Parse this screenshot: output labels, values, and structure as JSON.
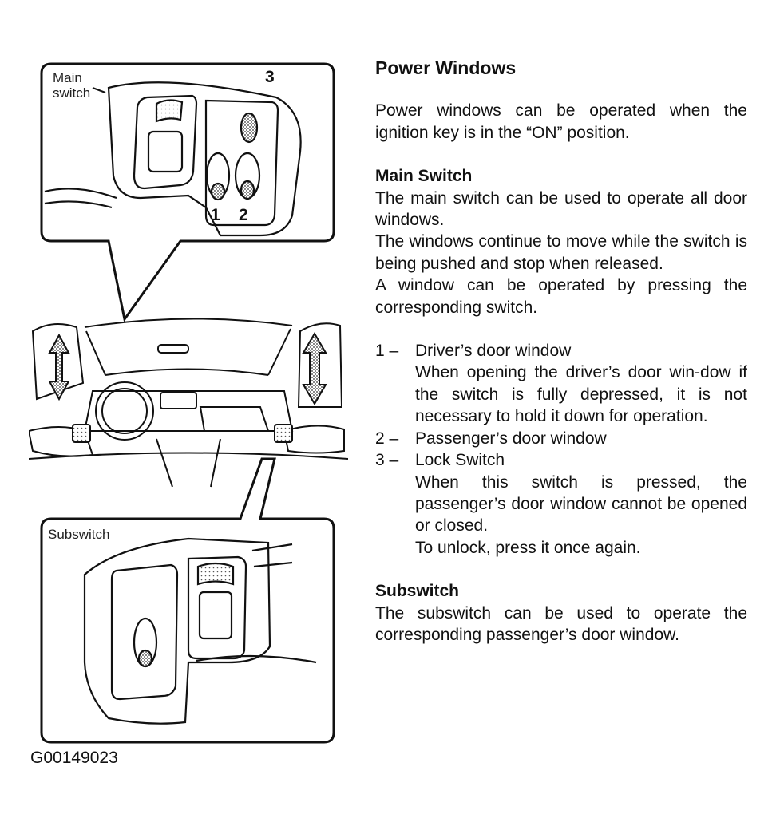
{
  "figure": {
    "main_switch_label": "Main\nswitch",
    "subswitch_label": "Subswitch",
    "number_labels": [
      "1",
      "2",
      "3"
    ],
    "figure_code": "G00149023"
  },
  "content": {
    "title": "Power Windows",
    "intro": "Power windows can be operated when the ignition key is in the “ON” position.",
    "main_switch": {
      "heading": "Main Switch",
      "paragraphs": [
        "The main switch can be used to operate all door windows.",
        "The windows continue to move while the switch is being pushed and stop when released.",
        "A window can be operated by pressing the corresponding switch."
      ],
      "items": [
        {
          "num": "1 –",
          "label": "Driver’s door window",
          "desc": [
            "When opening the driver’s door win-dow if the switch is fully depressed, it is not necessary to hold it down for operation."
          ]
        },
        {
          "num": "2 –",
          "label": "Passenger’s door window",
          "desc": []
        },
        {
          "num": "3 –",
          "label": "Lock Switch",
          "desc": [
            "When this switch is pressed, the passenger’s door window cannot be opened or closed.",
            "To unlock, press it once again."
          ]
        }
      ]
    },
    "subswitch": {
      "heading": "Subswitch",
      "text": "The subswitch can be used to operate the corresponding passenger’s door window."
    }
  }
}
